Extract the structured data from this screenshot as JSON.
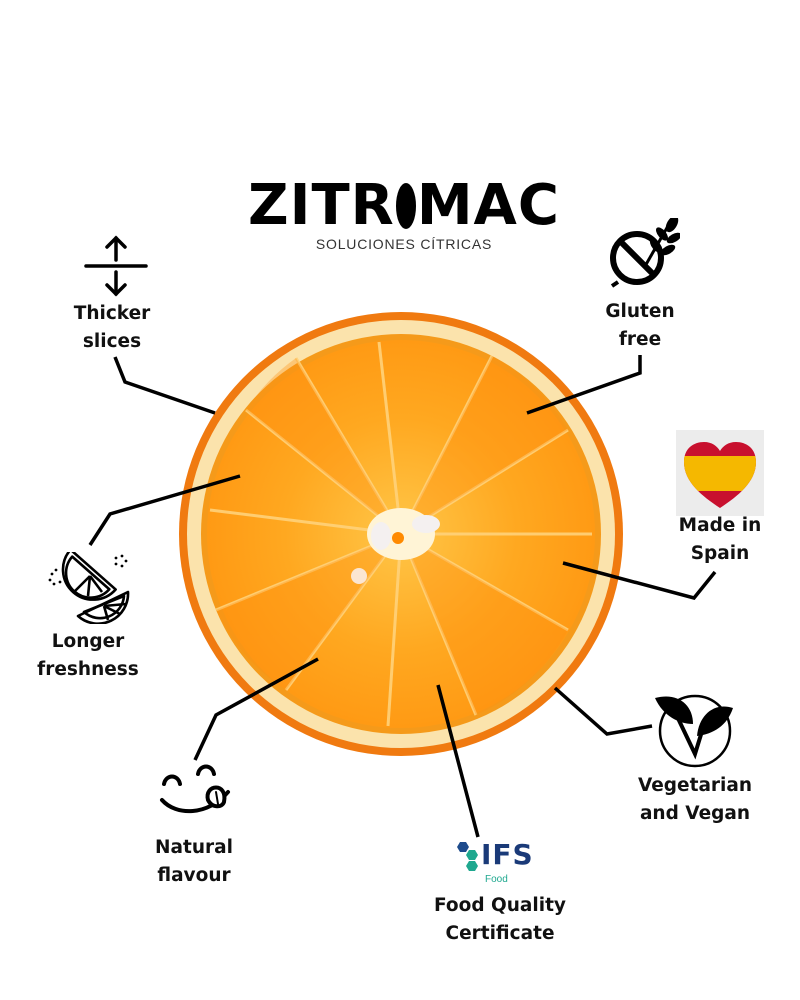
{
  "brand": {
    "name_parts": [
      "ZITR",
      "MAC"
    ],
    "name": "ZITROMAC",
    "tagline": "SOLUCIONES CÍTRICAS"
  },
  "product_image": "dried-orange-slice",
  "features": [
    {
      "id": "thicker",
      "icon": "thickness-arrows-icon",
      "line1": "Thicker",
      "line2": "slices"
    },
    {
      "id": "gluten",
      "icon": "gluten-free-icon",
      "line1": "Gluten",
      "line2": "free"
    },
    {
      "id": "spain",
      "icon": "spain-flag-heart-icon",
      "line1": "Made in",
      "line2": "Spain"
    },
    {
      "id": "freshness",
      "icon": "citrus-slices-icon",
      "line1": "Longer",
      "line2": "freshness"
    },
    {
      "id": "vegan",
      "icon": "vegan-leaf-icon",
      "line1": "Vegetarian",
      "line2": "and Vegan"
    },
    {
      "id": "natural",
      "icon": "tasty-face-icon",
      "line1": "Natural",
      "line2": "flavour"
    },
    {
      "id": "ifs",
      "icon": "ifs-food-logo",
      "line1": "Food Quality",
      "line2": "Certificate"
    }
  ],
  "ifs_logo": {
    "text": "IFS",
    "sub": "Food",
    "navy": "#1e4b8c",
    "teal": "#1fa88f",
    "dark": "#1a3a78"
  },
  "colors": {
    "orange_peel": "#f07a10",
    "orange_pith": "#fce8b8",
    "orange_flesh": "#ffa41c",
    "spain_red": "#c8102e",
    "spain_yellow": "#f5b800"
  }
}
